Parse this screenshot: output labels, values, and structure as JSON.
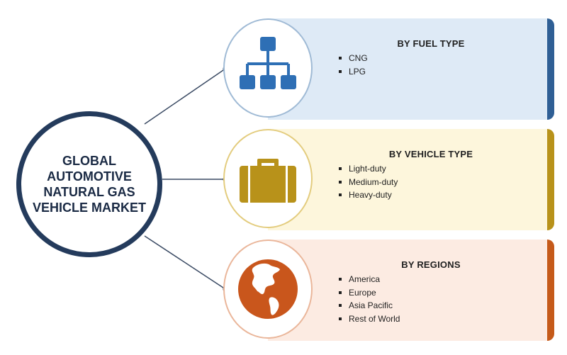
{
  "main": {
    "title": "GLOBAL\nAUTOMOTIVE\nNATURAL GAS\nVEHICLE MARKET"
  },
  "segments": [
    {
      "title": "BY FUEL TYPE",
      "icon": "hierarchy-icon",
      "color": "#2f5f95",
      "items": [
        "CNG",
        "LPG"
      ]
    },
    {
      "title": "BY VEHICLE TYPE",
      "icon": "briefcase-icon",
      "color": "#b8921a",
      "items": [
        "Light-duty",
        "Medium-duty",
        "Heavy-duty"
      ]
    },
    {
      "title": "BY REGIONS",
      "icon": "globe-icon",
      "color": "#c55a1a",
      "items": [
        "America",
        "Europe",
        "Asia Pacific",
        "Rest of World"
      ]
    }
  ]
}
